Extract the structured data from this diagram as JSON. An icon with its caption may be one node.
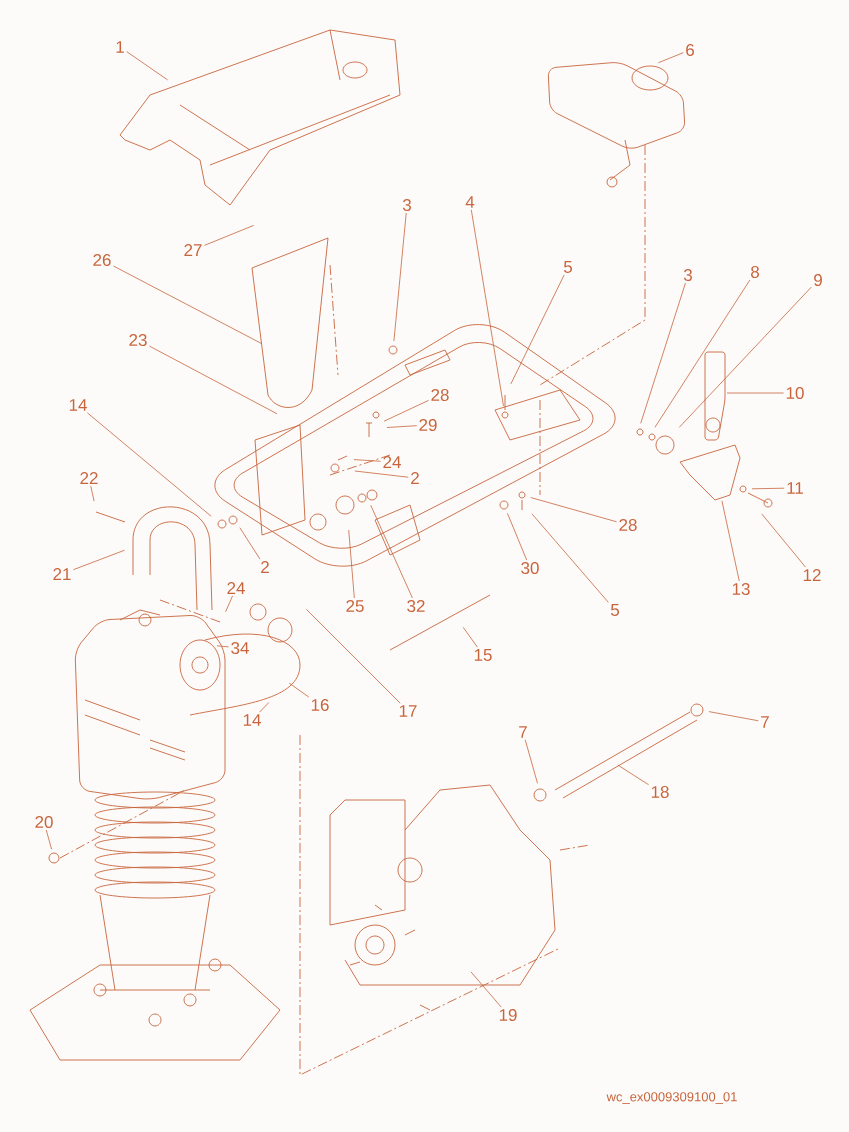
{
  "diagram": {
    "nodes": [
      {
        "text": [
          "1"
        ]
      },
      {
        "text": [
          "6"
        ]
      },
      {
        "text": [
          "3"
        ]
      },
      {
        "text": [
          "4"
        ]
      },
      {
        "text": [
          "5"
        ]
      },
      {
        "text": [
          "27"
        ]
      },
      {
        "text": [
          "26"
        ]
      },
      {
        "text": [
          "3"
        ]
      },
      {
        "text": [
          "8"
        ]
      },
      {
        "text": [
          "9"
        ]
      },
      {
        "text": [
          "23"
        ]
      },
      {
        "text": [
          "10"
        ]
      },
      {
        "text": [
          "28"
        ]
      },
      {
        "text": [
          "29"
        ]
      },
      {
        "text": [
          "14"
        ]
      },
      {
        "text": [
          "24"
        ]
      },
      {
        "text": [
          "2"
        ]
      },
      {
        "text": [
          "22"
        ]
      },
      {
        "text": [
          "11"
        ]
      },
      {
        "text": [
          "28"
        ]
      },
      {
        "text": [
          "21"
        ]
      },
      {
        "text": [
          "2"
        ]
      },
      {
        "text": [
          "30"
        ]
      },
      {
        "text": [
          "25"
        ]
      },
      {
        "text": [
          "32"
        ]
      },
      {
        "text": [
          "13"
        ]
      },
      {
        "text": [
          "12"
        ]
      },
      {
        "text": [
          "5"
        ]
      },
      {
        "text": [
          "24"
        ]
      },
      {
        "text": [
          "34"
        ]
      },
      {
        "text": [
          "15"
        ]
      },
      {
        "text": [
          "17"
        ]
      },
      {
        "text": [
          "16"
        ]
      },
      {
        "text": [
          "14"
        ]
      },
      {
        "text": [
          "7"
        ]
      },
      {
        "text": [
          "7"
        ]
      },
      {
        "text": [
          "18"
        ]
      },
      {
        "text": [
          "20"
        ]
      },
      {
        "text": [
          "19"
        ]
      }
    ],
    "edges": [
      {
        "from": 0,
        "to": null,
        "arrow": "none"
      },
      {
        "from": 1,
        "to": null,
        "arrow": "none"
      },
      {
        "from": 2,
        "to": null,
        "arrow": "none"
      },
      {
        "from": 3,
        "to": null,
        "arrow": "none"
      },
      {
        "from": 4,
        "to": null,
        "arrow": "none"
      },
      {
        "from": 5,
        "to": null,
        "arrow": "none"
      },
      {
        "from": 6,
        "to": null,
        "arrow": "none"
      },
      {
        "from": 7,
        "to": null,
        "arrow": "none"
      },
      {
        "from": 8,
        "to": null,
        "arrow": "none"
      },
      {
        "from": 9,
        "to": null,
        "arrow": "none"
      },
      {
        "from": 10,
        "to": null,
        "arrow": "none"
      },
      {
        "from": 11,
        "to": null,
        "arrow": "none"
      },
      {
        "from": 12,
        "to": null,
        "arrow": "none"
      },
      {
        "from": 13,
        "to": null,
        "arrow": "none"
      },
      {
        "from": 14,
        "to": null,
        "arrow": "none"
      },
      {
        "from": 15,
        "to": null,
        "arrow": "none"
      },
      {
        "from": 16,
        "to": null,
        "arrow": "none"
      },
      {
        "from": 17,
        "to": null,
        "arrow": "none"
      },
      {
        "from": 18,
        "to": null,
        "arrow": "none"
      },
      {
        "from": 19,
        "to": null,
        "arrow": "none"
      },
      {
        "from": 20,
        "to": null,
        "arrow": "none"
      },
      {
        "from": 21,
        "to": null,
        "arrow": "none"
      },
      {
        "from": 22,
        "to": null,
        "arrow": "none"
      },
      {
        "from": 23,
        "to": null,
        "arrow": "none"
      },
      {
        "from": 24,
        "to": null,
        "arrow": "none"
      },
      {
        "from": 25,
        "to": null,
        "arrow": "none"
      },
      {
        "from": 26,
        "to": null,
        "arrow": "none"
      },
      {
        "from": 27,
        "to": null,
        "arrow": "none"
      },
      {
        "from": 28,
        "to": null,
        "arrow": "none"
      },
      {
        "from": 29,
        "to": null,
        "arrow": "none"
      },
      {
        "from": 30,
        "to": null,
        "arrow": "none"
      },
      {
        "from": 31,
        "to": null,
        "arrow": "none"
      },
      {
        "from": 32,
        "to": null,
        "arrow": "none"
      },
      {
        "from": 33,
        "to": null,
        "arrow": "none"
      },
      {
        "from": 34,
        "to": null,
        "arrow": "none"
      },
      {
        "from": 35,
        "to": null,
        "arrow": "none"
      },
      {
        "from": 36,
        "to": null,
        "arrow": "none"
      },
      {
        "from": 37,
        "to": null,
        "arrow": "none"
      },
      {
        "from": 38,
        "to": null,
        "arrow": "none"
      }
    ],
    "labels": [
      "wc_ex0009309100_01"
    ]
  }
}
